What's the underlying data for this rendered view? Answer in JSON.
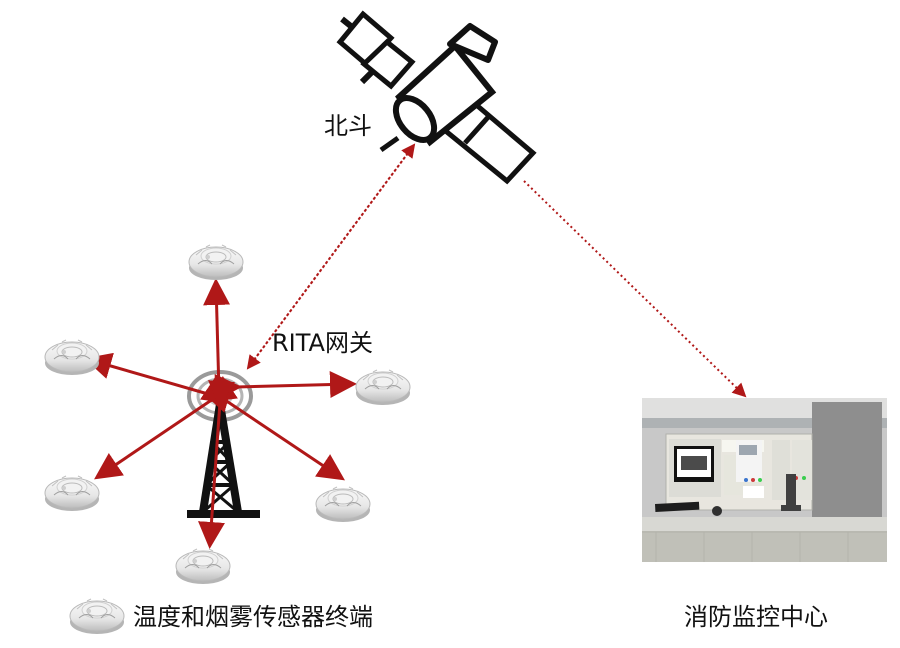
{
  "labels": {
    "satellite": "北斗",
    "gateway": "RITA网关",
    "sensor_legend": "温度和烟雾传感器终端",
    "monitoring_center": "消防监控中心"
  },
  "icons": {
    "satellite": "satellite-icon",
    "tower": "radio-tower-icon",
    "sensor": "smoke-detector-icon",
    "control_console": "fire-control-console-icon"
  },
  "colors": {
    "link_red": "#b01818",
    "ink": "#111111",
    "sensor_body": "#ececec",
    "sensor_shadow": "#a9a9a9",
    "console_body": "#d7d7d2",
    "room_wall": "#c8c8c8"
  }
}
